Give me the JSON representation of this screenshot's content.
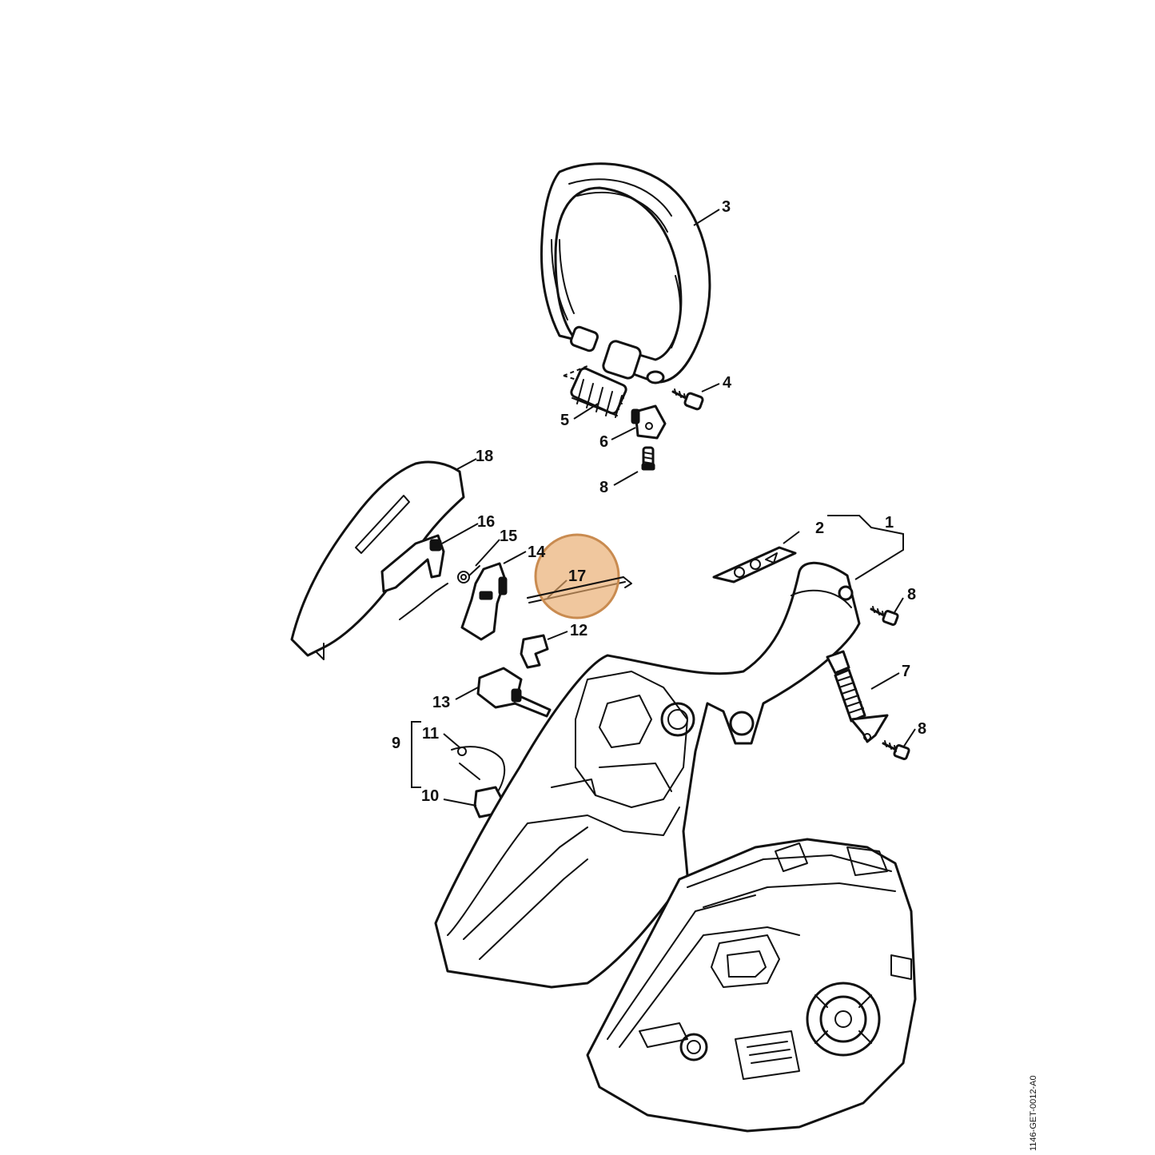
{
  "diagram": {
    "callouts": [
      {
        "id": "1",
        "label": "1"
      },
      {
        "id": "2",
        "label": "2"
      },
      {
        "id": "3",
        "label": "3"
      },
      {
        "id": "4",
        "label": "4"
      },
      {
        "id": "5",
        "label": "5"
      },
      {
        "id": "6",
        "label": "6"
      },
      {
        "id": "7",
        "label": "7"
      },
      {
        "id": "8a",
        "label": "8"
      },
      {
        "id": "8b",
        "label": "8"
      },
      {
        "id": "8c",
        "label": "8"
      },
      {
        "id": "9",
        "label": "9"
      },
      {
        "id": "10",
        "label": "10"
      },
      {
        "id": "11",
        "label": "11"
      },
      {
        "id": "12",
        "label": "12"
      },
      {
        "id": "13",
        "label": "13"
      },
      {
        "id": "14",
        "label": "14"
      },
      {
        "id": "15",
        "label": "15"
      },
      {
        "id": "16",
        "label": "16"
      },
      {
        "id": "17",
        "label": "17"
      },
      {
        "id": "18",
        "label": "18"
      }
    ],
    "highlighted_part": "17",
    "highlight_color": "#e8a96a",
    "document_id": "1146-GET-0012-A0"
  }
}
